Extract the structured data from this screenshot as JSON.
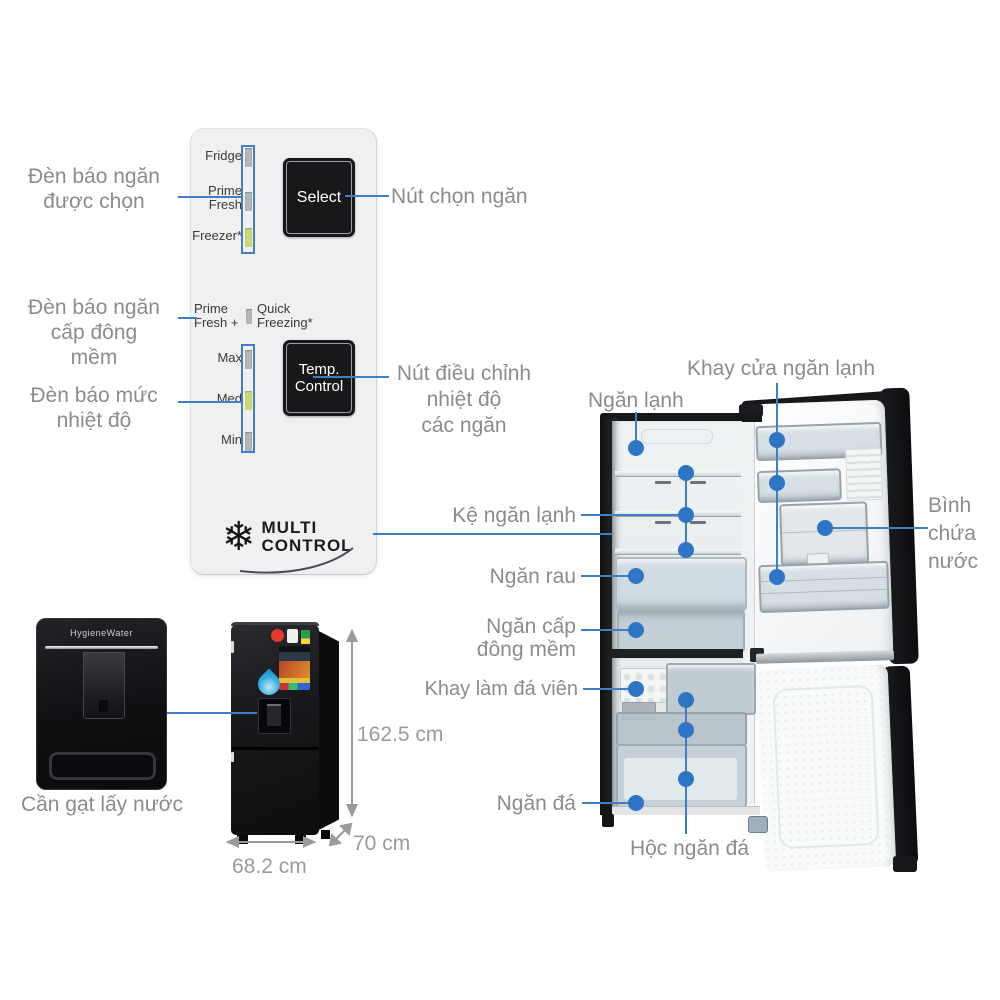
{
  "palette": {
    "annotation_blue": "#3f7fc6",
    "annotation_dot_blue": "#2e76c5",
    "label_gray": "#8c8c8c",
    "dimension_gray": "#9b9b9b",
    "panel_bg": "#f0f0f2",
    "button_black": "#18181b",
    "indicator_lit": "#ccd972",
    "indicator_unlit": "#b5b7b7"
  },
  "panel": {
    "compartment_indicators": [
      {
        "label": "Fridge",
        "lit": false
      },
      {
        "label": "Prime\nFresh",
        "lit": false
      },
      {
        "label": "Freezer*",
        "lit": true
      }
    ],
    "select_button": "Select",
    "soft_freeze": {
      "left": "Prime\nFresh +",
      "right": "Quick\nFreezing*"
    },
    "temp_levels": [
      {
        "label": "Max",
        "lit": false
      },
      {
        "label": "Med",
        "lit": true
      },
      {
        "label": "Min",
        "lit": false
      }
    ],
    "temp_button": "Temp.\nControl",
    "logo": {
      "icon": "snowflake-icon",
      "text": "MULTI\nCONTROL"
    }
  },
  "callouts": {
    "selected_indicator": "Đèn báo ngăn\nđược chọn",
    "select_button": "Nút chọn ngăn",
    "soft_freeze_indicator": "Đèn báo ngăn\ncấp đông\nmềm",
    "temp_level_indicator": "Đèn báo mức\nnhiệt độ",
    "temp_button": "Nút điều chỉnh\nnhiệt độ\ncác ngăn",
    "fridge_compartment": "Ngăn lạnh",
    "door_tray": "Khay cửa ngăn lạnh",
    "water_tank": "Bình\nchứa\nnước",
    "fridge_shelf": "Kệ ngăn lạnh",
    "veg_drawer": "Ngăn rau",
    "soft_freeze_drawer": "Ngăn cấp\nđông mềm",
    "ice_tray": "Khay làm đá viên",
    "freezer_compartment": "Ngăn đá",
    "freezer_drawer": "Hộc ngăn đá",
    "dispenser_lever": "Cần gạt lấy nước"
  },
  "dimensions": {
    "height": "162.5 cm",
    "depth": "70 cm",
    "width": "68.2 cm"
  },
  "dispenser": {
    "brand": "HygieneWater",
    "icon": "water-drop-icon"
  }
}
